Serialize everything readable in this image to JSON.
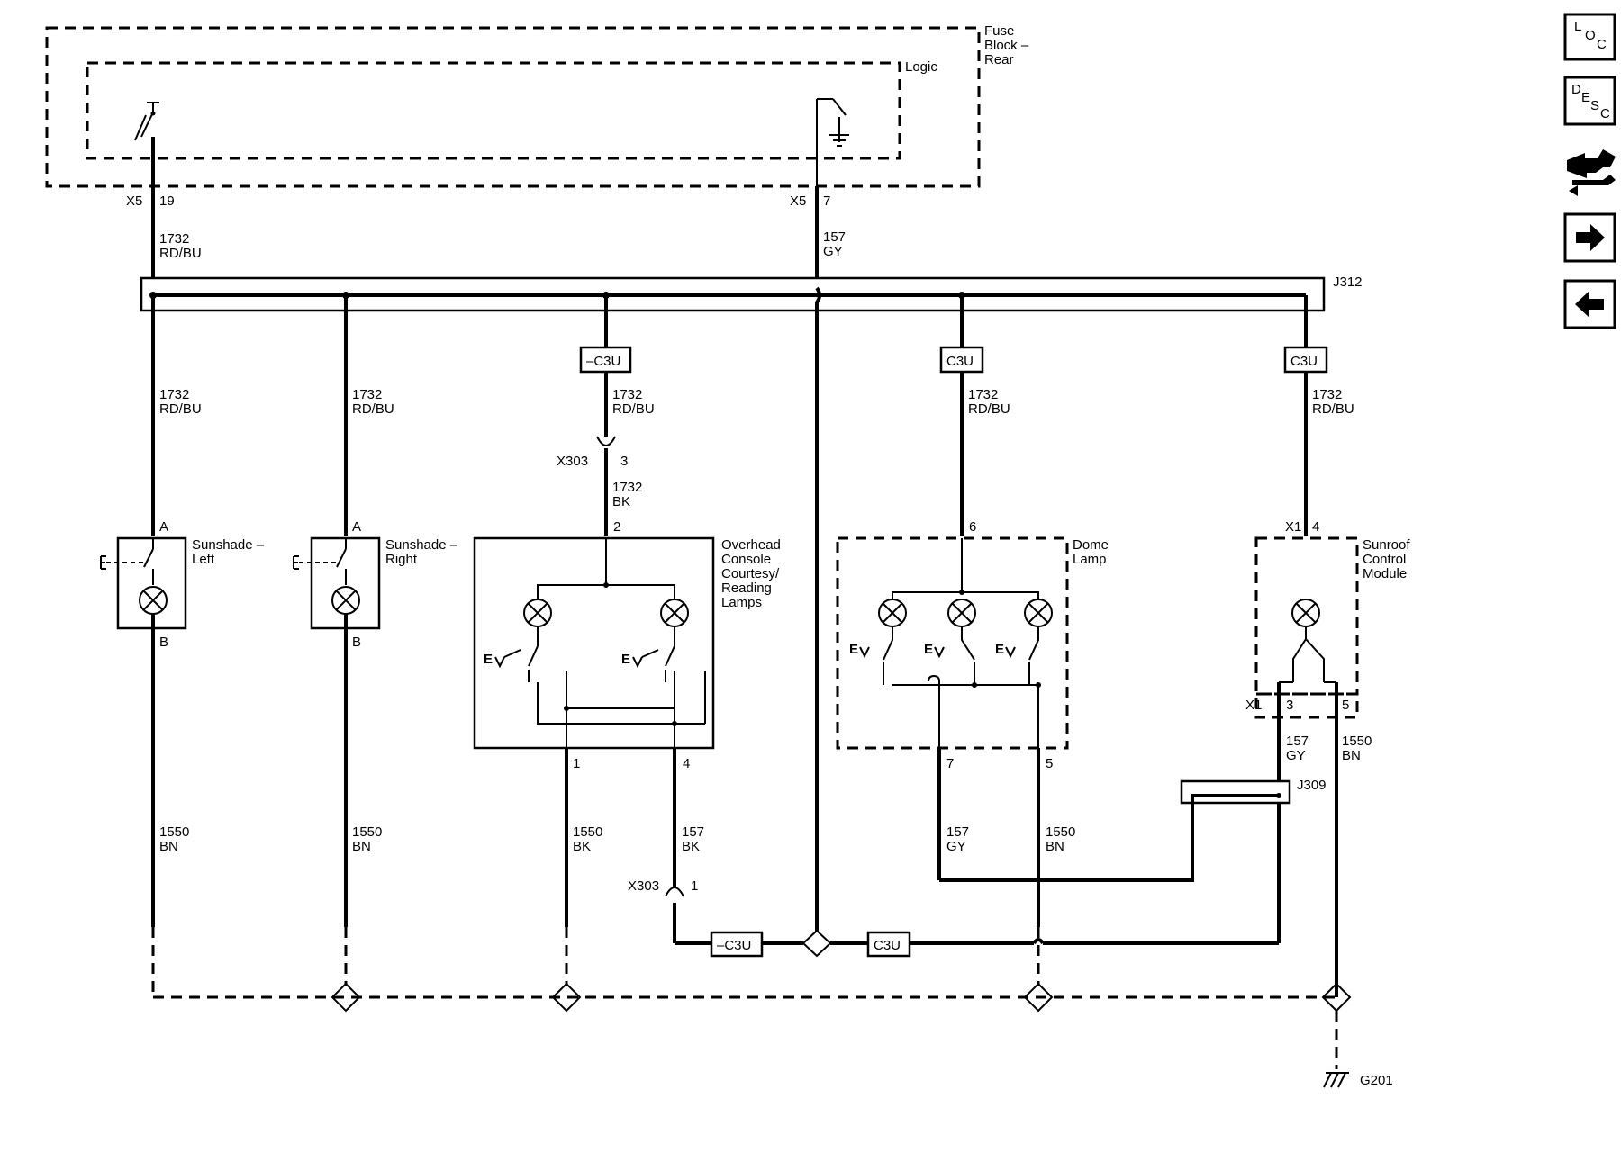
{
  "fuse_block": {
    "name": "Fuse\nBlock –\nRear",
    "logic": "Logic"
  },
  "fuse_pins": [
    {
      "conn": "X5",
      "pin": "19",
      "circuit": "1732",
      "color": "RD/BU"
    },
    {
      "conn": "X5",
      "pin": "7",
      "circuit": "157",
      "color": "GY"
    }
  ],
  "splices": {
    "j312": "J312",
    "j309": "J309"
  },
  "options": {
    "not_c3u": "–C3U",
    "c3u": "C3U"
  },
  "inline_connectors": {
    "x303": "X303",
    "x303_pin_top": "3",
    "x303_pin_bottom": "1"
  },
  "drops": [
    {
      "circuit": "1732",
      "color": "RD/BU"
    },
    {
      "circuit": "1732",
      "color": "RD/BU"
    },
    {
      "circuit": "1732",
      "color": "RD/BU"
    },
    {
      "circuit": "1732",
      "color": "RD/BU"
    },
    {
      "circuit": "1732",
      "color": "RD/BU"
    }
  ],
  "wire_x303_console": {
    "circuit": "1732",
    "color": "BK"
  },
  "components": {
    "sunshade_left": {
      "name": "Sunshade –\nLeft",
      "pin_in": "A",
      "pin_out": "B"
    },
    "sunshade_right": {
      "name": "Sunshade –\nRight",
      "pin_in": "A",
      "pin_out": "B"
    },
    "overhead": {
      "name": "Overhead\nConsole\nCourtesy/\nReading\nLamps",
      "pin_in": "2",
      "pin_out1": "1",
      "pin_out2": "4"
    },
    "dome": {
      "name": "Dome\nLamp",
      "pin_in": "6",
      "pin_out1": "7",
      "pin_out2": "5"
    },
    "sunroof": {
      "name": "Sunroof\nControl\nModule",
      "conn_in": "X1",
      "pin_in": "4",
      "conn_out": "X1",
      "pin_out1": "3",
      "pin_out2": "5"
    }
  },
  "lower_wires": [
    {
      "circuit": "1550",
      "color": "BN"
    },
    {
      "circuit": "1550",
      "color": "BN"
    },
    {
      "circuit": "1550",
      "color": "BK"
    },
    {
      "circuit": "157",
      "color": "BK"
    },
    {
      "circuit": "157",
      "color": "GY"
    },
    {
      "circuit": "1550",
      "color": "BN"
    },
    {
      "circuit": "157",
      "color": "GY"
    },
    {
      "circuit": "1550",
      "color": "BN"
    }
  ],
  "ground": "G201",
  "nav": {
    "loc_label": "L O C",
    "desc_label": "D E S C"
  }
}
